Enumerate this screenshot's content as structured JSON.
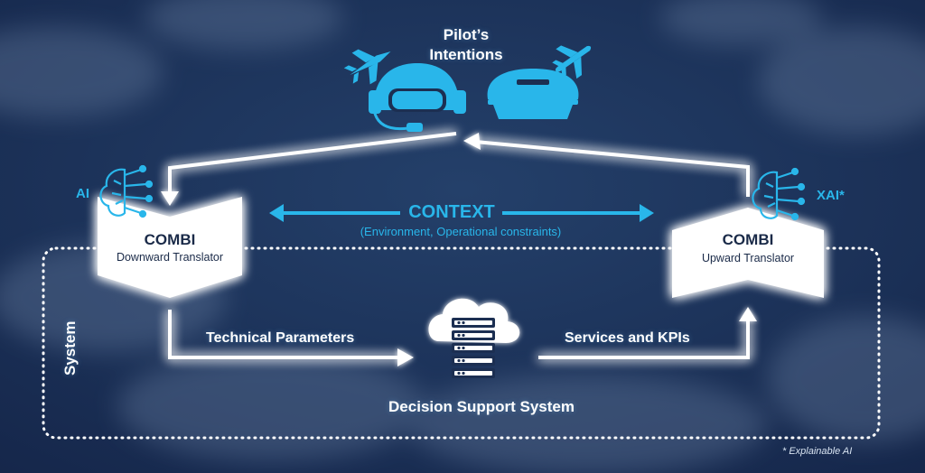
{
  "pilot_label_line1": "Pilot’s",
  "pilot_label_line2": "Intentions",
  "context": {
    "title": "CONTEXT",
    "subtitle": "(Environment, Operational constraints)"
  },
  "left_translator": {
    "badge": "AI",
    "title": "COMBI",
    "subtitle": "Downward Translator"
  },
  "right_translator": {
    "badge": "XAI*",
    "title": "COMBI",
    "subtitle": "Upward Translator"
  },
  "technical_parameters": "Technical Parameters",
  "services_kpis": "Services and KPIs",
  "decision_support": "Decision Support System",
  "system_label": "System",
  "footnote": "* Explainable AI",
  "colors": {
    "accent": "#29b6ea",
    "background": "#1c2f52",
    "line": "#ffffff"
  },
  "icons": [
    "fighter-jet-icon",
    "pilot-helmet-icon",
    "pilot-cap-icon",
    "airplane-icon",
    "ai-brain-icon",
    "cloud-server-icon"
  ]
}
